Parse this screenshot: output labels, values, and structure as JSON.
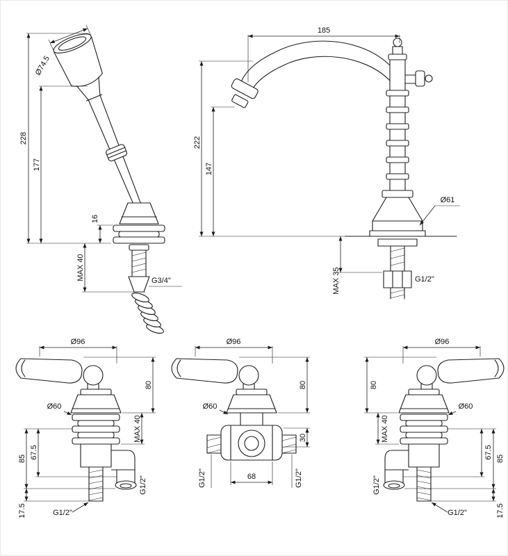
{
  "figures": {
    "hand_shower": {
      "head_diameter": "Ø74.5",
      "total_height": "228",
      "body_height": "177",
      "collar_height": "16",
      "max_deck": "MAX 40",
      "thread": "G3/4\""
    },
    "column_spout": {
      "reach": "185",
      "total_height": "222",
      "outlet_height": "147",
      "base_diameter": "Ø61",
      "max_deck": "MAX 35",
      "thread": "G1/2\""
    },
    "valve_left": {
      "handle_diameter": "Ø96",
      "base_diameter": "Ø60",
      "handle_height": "80",
      "max_deck": "MAX 40",
      "body_height": "85",
      "outlet_height": "67.5",
      "outlet_drop": "17.5",
      "outlet_thread": "G1/2\"",
      "inlet_thread": "G1/2\""
    },
    "valve_center": {
      "handle_diameter": "Ø96",
      "base_diameter": "Ø60",
      "handle_height": "80",
      "body_depth": "30",
      "centers_width": "68",
      "left_thread": "G1/2\"",
      "right_thread": "G1/2\""
    },
    "valve_right": {
      "handle_diameter": "Ø96",
      "base_diameter": "Ø60",
      "handle_height": "80",
      "max_deck": "MAX 40",
      "body_height": "85",
      "outlet_height": "67.5",
      "outlet_drop": "17.5",
      "outlet_thread": "G1/2\"",
      "inlet_thread": "G1/2\""
    }
  }
}
